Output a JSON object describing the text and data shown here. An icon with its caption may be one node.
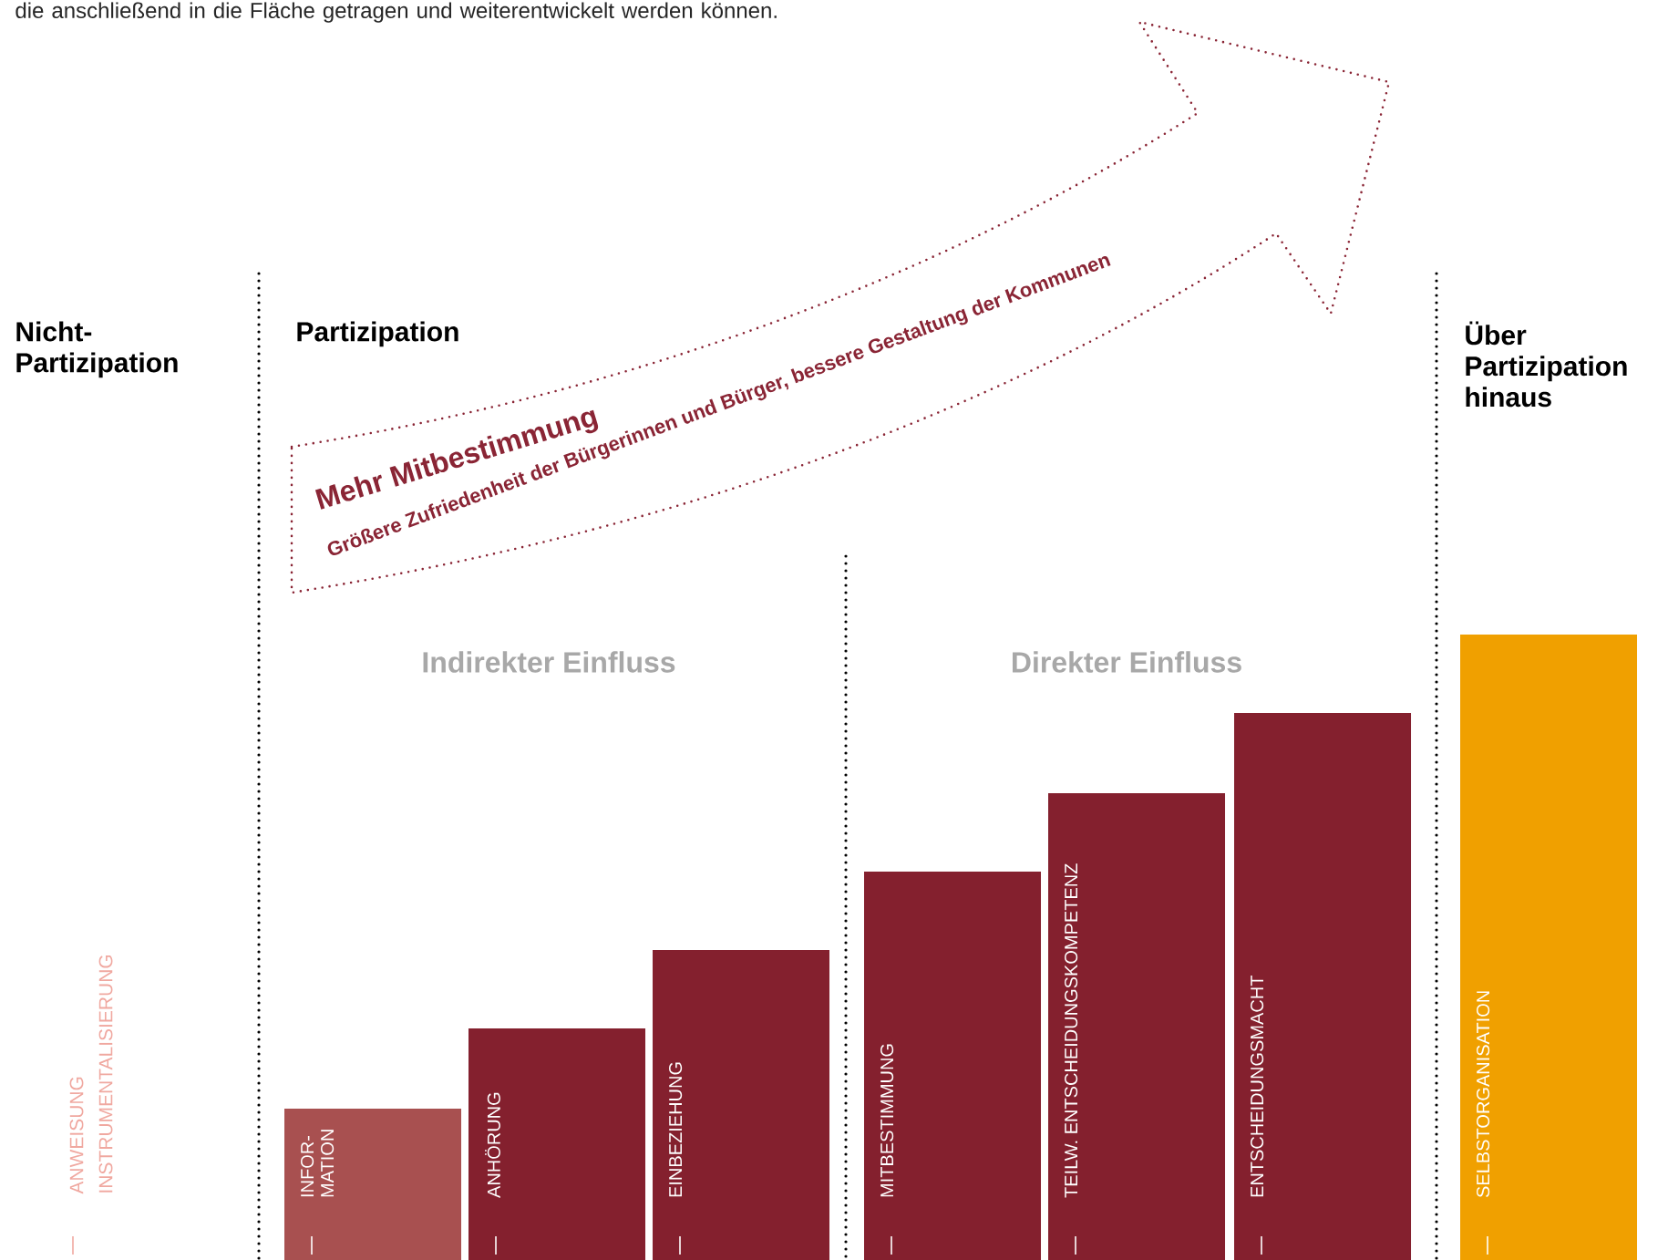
{
  "diagram": {
    "nodes": [
      {
        "text": [
          "Mehr Mitbestimmung",
          "Größere Zufriedenheit der Bürgerinnen und Bürger, bessere Gestaltung der Kommunen"
        ]
      },
      {
        "text": [
          "INFOR- MATION"
        ]
      },
      {
        "text": [
          "ANHÖRUNG"
        ]
      },
      {
        "text": [
          "EINBEZIEHUNG"
        ]
      },
      {
        "text": [
          "MITBESTIMMUNG"
        ]
      },
      {
        "text": [
          "TEILW. ENTSCHEIDUNGSKOMPETENZ"
        ]
      },
      {
        "text": [
          "ENTSCHEIDUNGSMACHT"
        ]
      },
      {
        "text": [
          "SELBSTORGANISATION"
        ]
      }
    ],
    "labels": [
      "die anschließend in die Fläche getragen und weiterentwickelt werden können.",
      "Nicht- Partizipation",
      "Partizipation",
      "Über Partizipation hinaus",
      "Indirekter Einfluss",
      "Direkter Einfluss",
      "ANWEISUNG",
      "INSTRUMENTALISIERUNG"
    ]
  }
}
